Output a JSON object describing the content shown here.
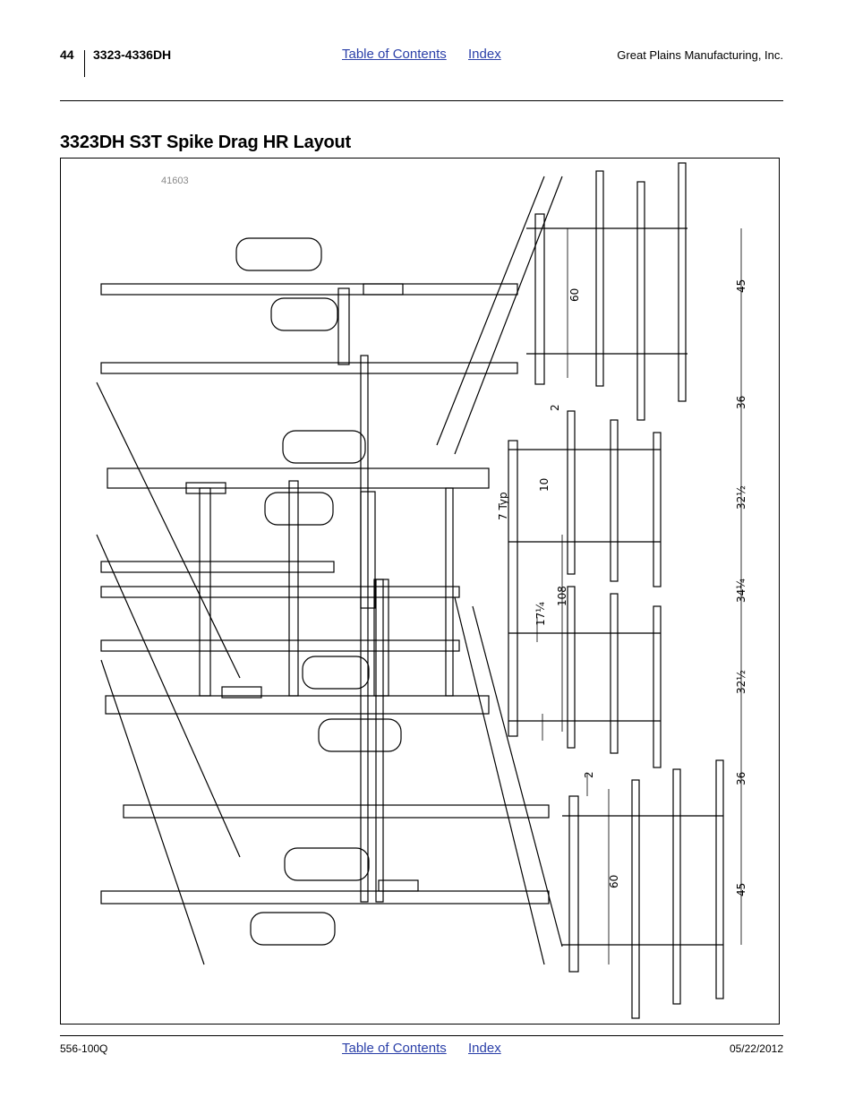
{
  "header": {
    "page_number": "44",
    "model": "3323-4336DH",
    "toc_link": "Table of Contents",
    "index_link": "Index",
    "company": "Great Plains Manufacturing, Inc."
  },
  "page_title": "3323DH S3T Spike Drag HR Layout",
  "figure": {
    "id": "41603",
    "dimensions": {
      "d45_top": "45",
      "d36_top": "36",
      "d60_top": "60",
      "d2_top": "2",
      "d10": "10",
      "d7typ": "7 Typ",
      "d32a": "32½",
      "d34": "34¼",
      "d108": "108",
      "d17": "17¼",
      "d32b": "32½",
      "d2_bot": "2",
      "d36_bot": "36",
      "d60_bot": "60",
      "d45_bot": "45"
    }
  },
  "footer": {
    "doc_code": "556-100Q",
    "toc_link": "Table of Contents",
    "index_link": "Index",
    "date": "05/22/2012"
  }
}
